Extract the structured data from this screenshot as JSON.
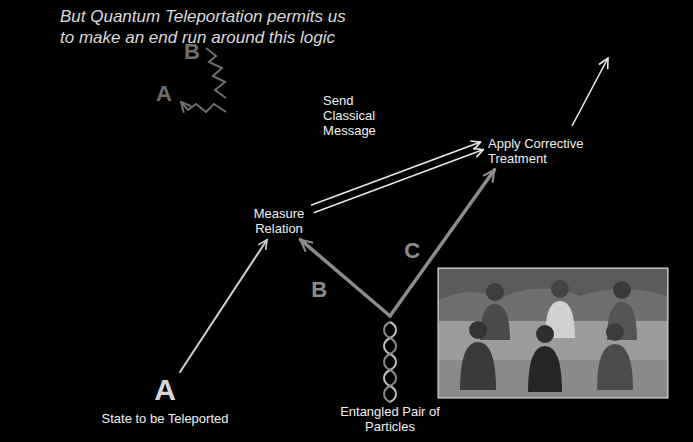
{
  "diagram": {
    "title": "But Quantum Teleportation permits us to make an end run around this logic",
    "nodes": [
      {
        "text": [
          "A",
          "State to be Teleported"
        ]
      },
      {
        "text": [
          "Measure Relation"
        ]
      },
      {
        "text": [
          "Apply Corrective Treatment"
        ]
      },
      {
        "text": [
          "Entangled Pair of Particles"
        ]
      }
    ],
    "edges": [
      {
        "from": 0,
        "to": 1,
        "arrow": "to"
      },
      {
        "from": 3,
        "to": 1,
        "label": "B",
        "arrow": "to"
      },
      {
        "from": 3,
        "to": 2,
        "label": "C",
        "arrow": "to"
      },
      {
        "from": 1,
        "to": 2,
        "label": "Send Classical Message",
        "arrow": "to"
      },
      {
        "from": 1,
        "to": 2,
        "arrow": "to"
      }
    ],
    "labels": [
      "B",
      "A"
    ]
  }
}
